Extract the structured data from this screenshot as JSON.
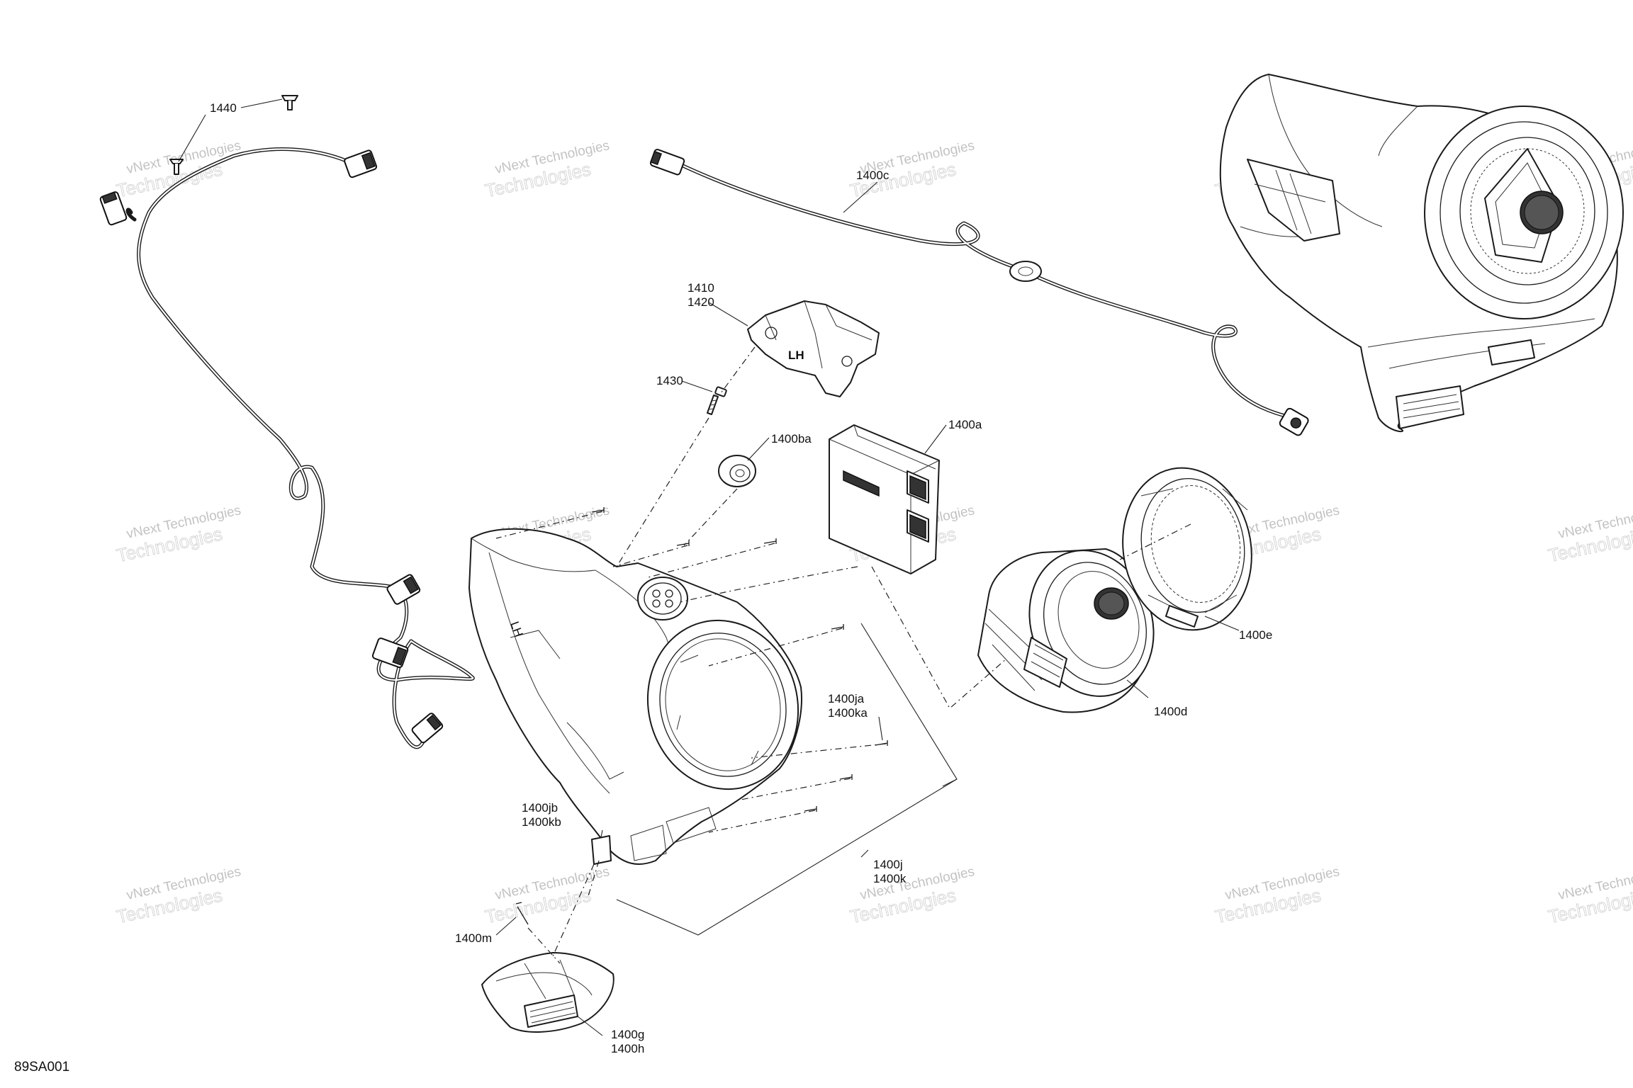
{
  "figure_id": "89SA001",
  "watermark": {
    "line1": "vNext Technologies",
    "line2": "Technologies"
  },
  "callouts": {
    "c1440": "1440",
    "c1400c": "1400c",
    "c1410": "1410",
    "c1420": "1420",
    "c1430": "1430",
    "c1400ba": "1400ba",
    "c1400a": "1400a",
    "c1400e": "1400e",
    "c1400d": "1400d",
    "c1400ja": "1400ja",
    "c1400ka": "1400ka",
    "c1400jb": "1400jb",
    "c1400kb": "1400kb",
    "c1400j": "1400j",
    "c1400k": "1400k",
    "c1400m": "1400m",
    "c1400g": "1400g",
    "c1400h": "1400h"
  },
  "bracket_text": "LH",
  "housing_text": "LH"
}
